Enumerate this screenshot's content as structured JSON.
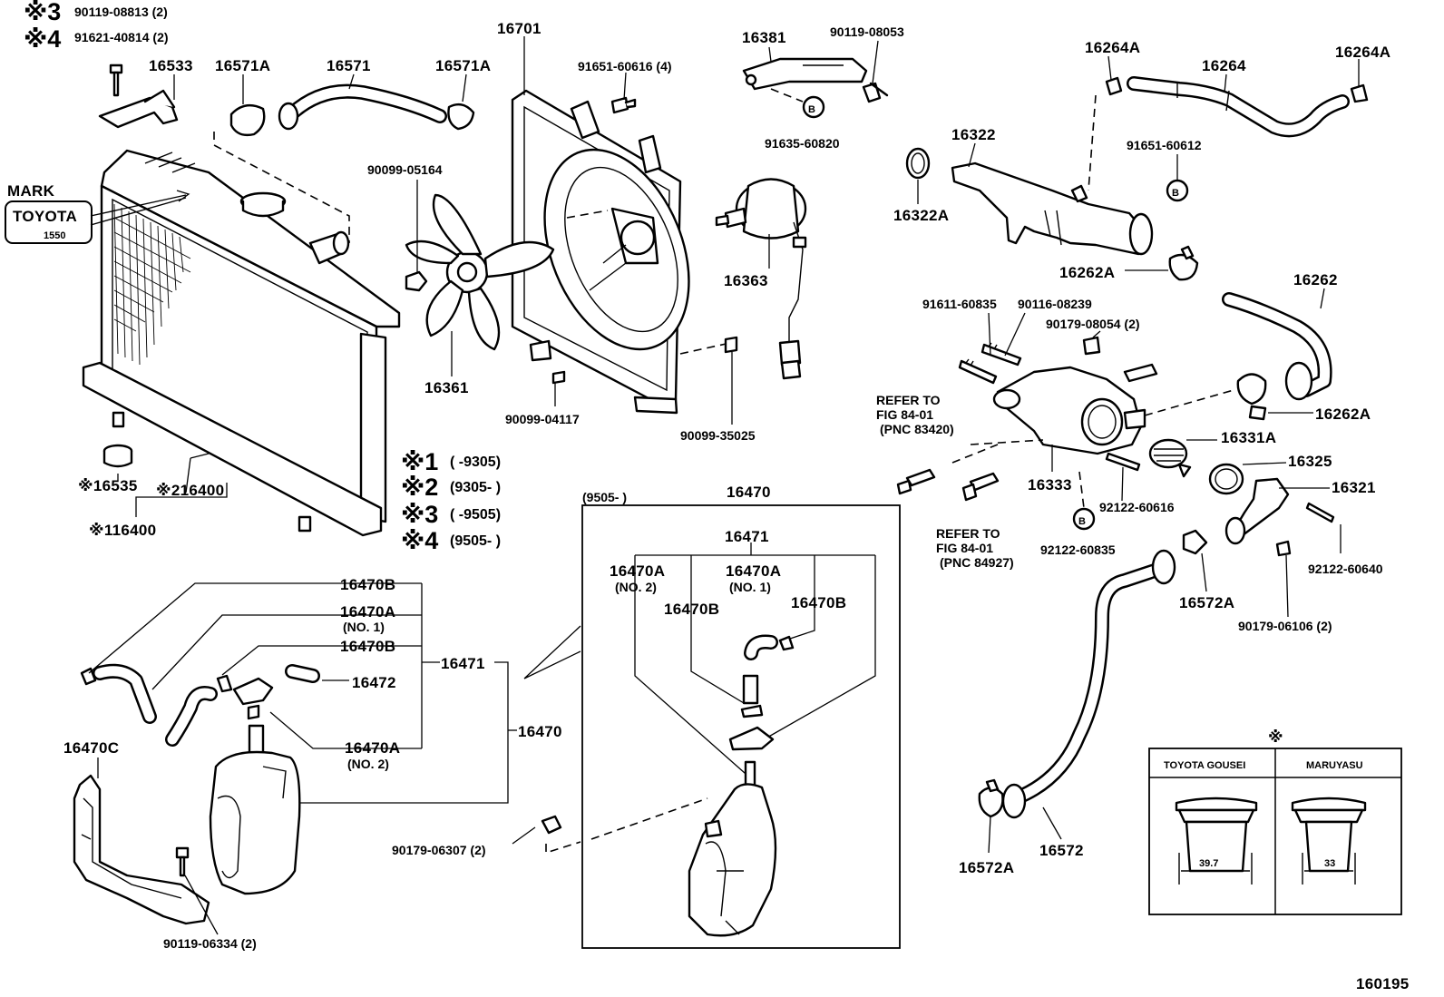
{
  "diagram_id": "160195",
  "legend": {
    "m1": {
      "mark": "※1",
      "range": "(      -9305)"
    },
    "m2": {
      "mark": "※2",
      "range": "(9305-       )"
    },
    "m3": {
      "mark": "※3",
      "range": "(      -9505)"
    },
    "m4": {
      "mark": "※4",
      "range": "(9505-       )"
    },
    "top3": {
      "mark": "※3",
      "text": "90119-08813 (2)"
    },
    "top4": {
      "mark": "※4",
      "text": "91621-40814 (2)"
    }
  },
  "mark_box": {
    "label": "MARK",
    "line1": "TOYOTA",
    "line2": "1550"
  },
  "refer1": {
    "l1": "REFER TO",
    "l2": "FIG 84-01",
    "l3": "(PNC 83420)"
  },
  "refer2": {
    "l1": "REFER TO",
    "l2": "FIG 84-01",
    "l3": "(PNC 84927)"
  },
  "circle_b": "B",
  "labels": {
    "p16533": "16533",
    "p16571A_l": "16571A",
    "p16571": "16571",
    "p16571A_r": "16571A",
    "p16701": "16701",
    "p91651_60616": "91651-60616 (4)",
    "p16381": "16381",
    "p90119_08053": "90119-08053",
    "p91635_60820": "91635-60820",
    "p16264A_l": "16264A",
    "p16264": "16264",
    "p16264A_r": "16264A",
    "p16322": "16322",
    "p16322A": "16322A",
    "p91651_60612": "91651-60612",
    "p90099_05164": "90099-05164",
    "p16363": "16363",
    "p16262A_t": "16262A",
    "p16262": "16262",
    "p16361": "16361",
    "p90099_04117": "90099-04117",
    "p90099_35025": "90099-35025",
    "p91611_60835": "91611-60835",
    "p90116_08239": "90116-08239",
    "p90179_08054": "90179-08054 (2)",
    "p16262A_b": "16262A",
    "p16331A": "16331A",
    "p16325": "16325",
    "p16321": "16321",
    "p16333": "16333",
    "p92122_60616": "92122-60616",
    "p92122_60835": "92122-60835",
    "p92122_60640": "92122-60640",
    "p16572A_r": "16572A",
    "p90179_06106": "90179-06106 (2)",
    "p16535": "※16535",
    "p216400": "※216400",
    "p116400": "※116400",
    "p9505_range": "(9505-       )",
    "p16470_top": "16470",
    "p16471_top": "16471",
    "p16470A_no2_in": "16470A",
    "p_no2_in": "(NO. 2)",
    "p16470A_no1_in": "16470A",
    "p_no1_in": "(NO. 1)",
    "p16470B_in_l": "16470B",
    "p16470B_in_r": "16470B",
    "p16470B_1": "16470B",
    "p16470A_no1": "16470A",
    "p_no1": "(NO. 1)",
    "p16470B_2": "16470B",
    "p16472": "16472",
    "p16471_side": "16471",
    "p16470_side": "16470",
    "p16470A_no2": "16470A",
    "p_no2": "(NO. 2)",
    "p16470C": "16470C",
    "p90179_06307": "90179-06307 (2)",
    "p90119_06334": "90119-06334 (2)",
    "p16572A_l": "16572A",
    "p16572": "16572"
  },
  "inset": {
    "mark": "※",
    "col1": "TOYOTA GOUSEI",
    "col2": "MARUYASU",
    "dim1": "39.7",
    "dim2": "33"
  }
}
